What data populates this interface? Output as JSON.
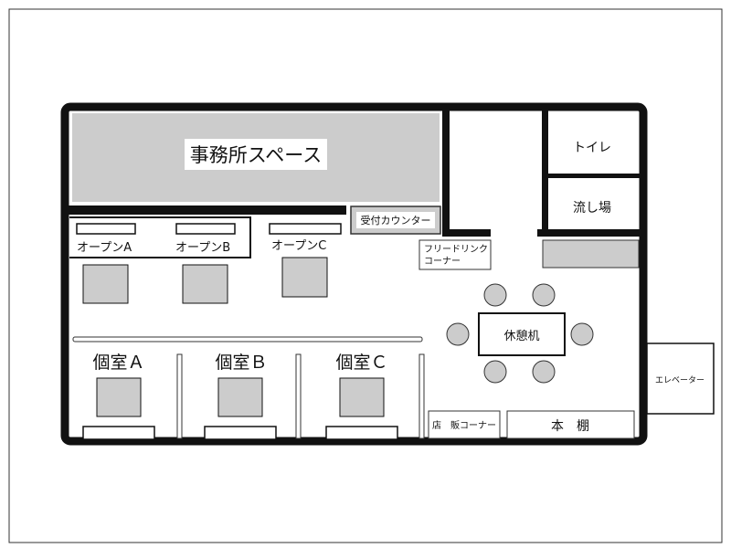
{
  "rooms": {
    "office_space": "事務所スペース",
    "reception_counter": "受付カウンター",
    "toilet": "トイレ",
    "sink_area": "流し場",
    "free_drink_corner_line1": "フリードリンク",
    "free_drink_corner_line2": "コーナー",
    "rest_table": "休憩机",
    "shop_corner": "店　販コーナー",
    "bookshelf": "本　棚",
    "elevator": "エレベーター",
    "open_a": "オープンA",
    "open_b": "オープンB",
    "open_c": "オープンC",
    "private_a": "個室Ａ",
    "private_b": "個室Ｂ",
    "private_c": "個室Ｃ"
  },
  "colors": {
    "wall": "#111111",
    "fill_gray": "#cccccc",
    "line": "#333333"
  }
}
